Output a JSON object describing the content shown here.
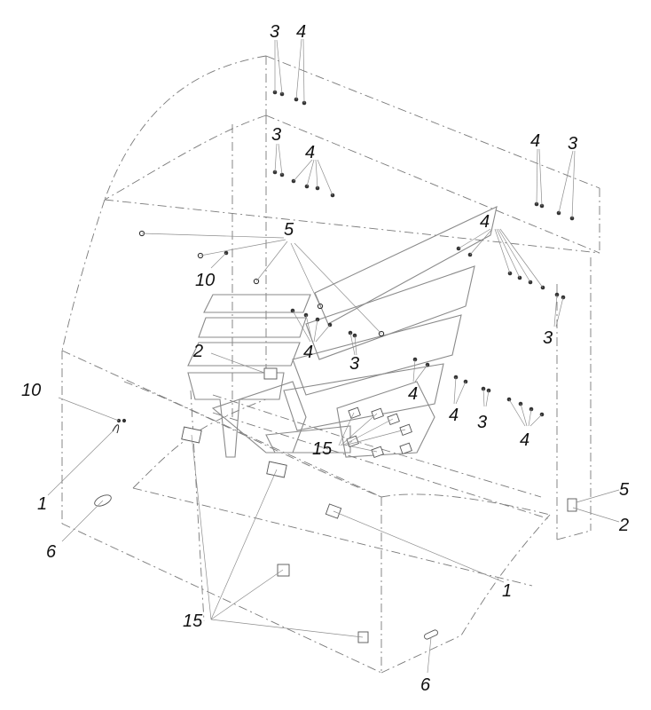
{
  "colors": {
    "line": "#7a7a7a",
    "label": "#111111",
    "fastener": "#333333"
  },
  "labels": {
    "l_3_top": "3",
    "l_4_top": "4",
    "l_3_upper": "3",
    "l_4_upper": "4",
    "l_4_right": "4",
    "l_3_right": "3",
    "l_5_center": "5",
    "l_10_left": "10",
    "l_4_mid": "4",
    "l_2_mid": "2",
    "l_4_center": "4",
    "l_3_center": "3",
    "l_3_rightlow": "3",
    "l_10_outer": "10",
    "l_4_low1": "4",
    "l_4_low2": "4",
    "l_3_low": "3",
    "l_4_low3": "4",
    "l_15_center": "15",
    "l_1_left": "1",
    "l_6_left": "6",
    "l_5_right": "5",
    "l_2_right": "2",
    "l_1_right": "1",
    "l_15_bottom": "15",
    "l_6_bottom": "6"
  }
}
